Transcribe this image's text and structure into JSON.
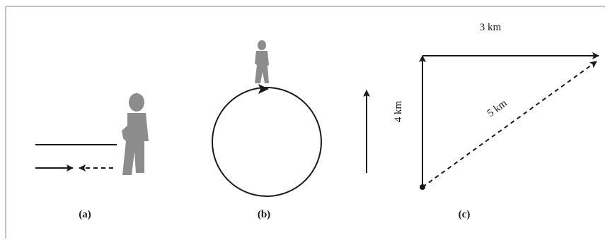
{
  "panels": [
    {
      "label": "(a)"
    },
    {
      "label": "(b)"
    },
    {
      "label": "(c)"
    }
  ],
  "triangle": {
    "horizontal_label": "3 km",
    "vertical_label": "4 km",
    "hypotenuse_label": "5 km"
  },
  "colors": {
    "ink": "#1a1a1a",
    "figure_gray": "#8c8c8c",
    "frame": "#8a8a8a"
  },
  "icons": {
    "person": "person-figure-icon",
    "arrow": "arrowhead-icon"
  }
}
